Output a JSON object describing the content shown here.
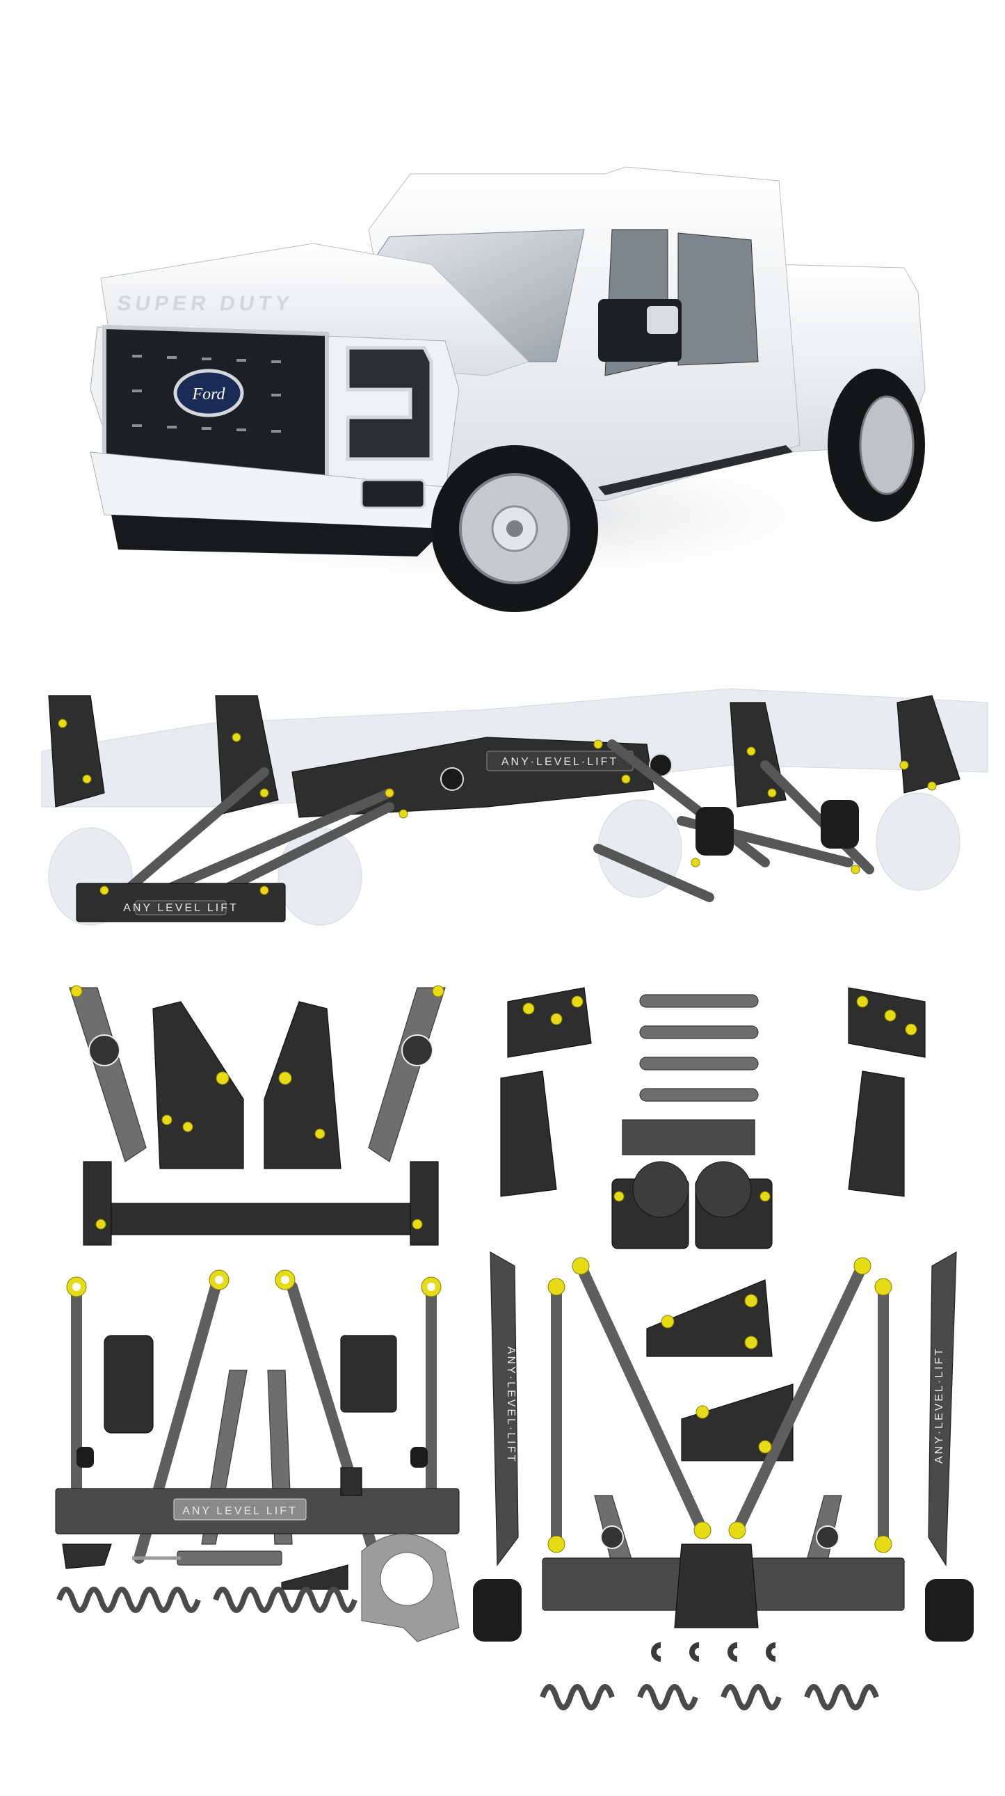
{
  "truck": {
    "hood_text": "SUPER DUTY",
    "badge_text": "Ford",
    "body_color": "#f4f5f6",
    "grille_color": "#1c1f24",
    "chrome_color": "#c9ccd1"
  },
  "assembly": {
    "frame_logo_text": "ANY·LEVEL·LIFT",
    "front_axle_text": "ANY LEVEL LIFT",
    "accent_color": "#e6dc16",
    "part_color": "#2e2e2e"
  },
  "kit": {
    "front_axle_text": "ANY LEVEL LIFT",
    "left_rail_text": "ANY·LEVEL·LIFT",
    "right_rail_text": "ANY·LEVEL·LIFT",
    "accent_color": "#e6dc16",
    "part_grey": "#6e6e6e",
    "part_dark": "#2e2e2e"
  }
}
